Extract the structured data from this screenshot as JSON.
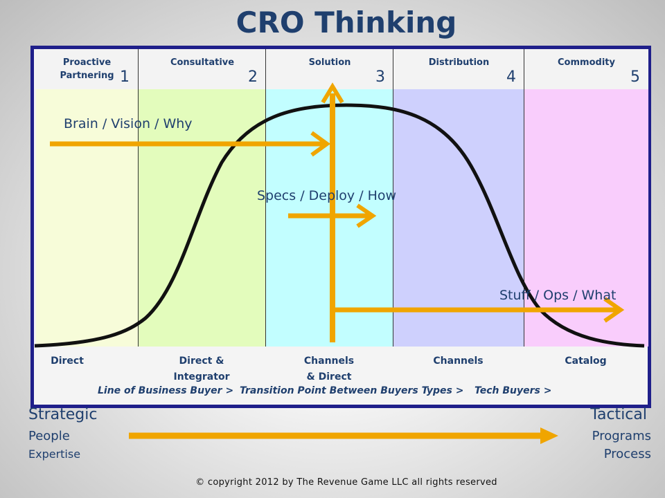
{
  "title": "CRO Thinking",
  "stages": [
    {
      "header": "Proactive\nPartnering",
      "number": "1",
      "bottom": "Direct",
      "color": "#f7fcd9"
    },
    {
      "header": "Consultative",
      "number": "2",
      "bottom": "Direct &\nIntegrator",
      "color": "#e3fcbc"
    },
    {
      "header": "Solution",
      "number": "3",
      "bottom": "Channels\n& Direct",
      "color": "#c2feff"
    },
    {
      "header": "Distribution",
      "number": "4",
      "bottom": "Channels",
      "color": "#ced0fd"
    },
    {
      "header": "Commodity",
      "number": "5",
      "bottom": "Catalog",
      "color": "#f9cdfc"
    }
  ],
  "buyer_notes": [
    "Line of Business Buyer >",
    "Transition Point Between Buyers Types >",
    "Tech Buyers >"
  ],
  "flows": [
    {
      "label": "Brain / Vision / Why"
    },
    {
      "label": "Specs / Deploy / How"
    },
    {
      "label": "Stuff / Ops / What"
    }
  ],
  "left_side": {
    "title": "Strategic",
    "line1": "People",
    "line2": "Expertise"
  },
  "right_side": {
    "title": "Tactical",
    "line1": "Programs",
    "line2": "Process"
  },
  "colors": {
    "arrow": "#f0a500",
    "curve": "#111111",
    "text": "#1f3f6e",
    "frame": "#1f1f8a"
  },
  "copyright": "© copyright 2012 by The Revenue Game LLC all rights reserved"
}
